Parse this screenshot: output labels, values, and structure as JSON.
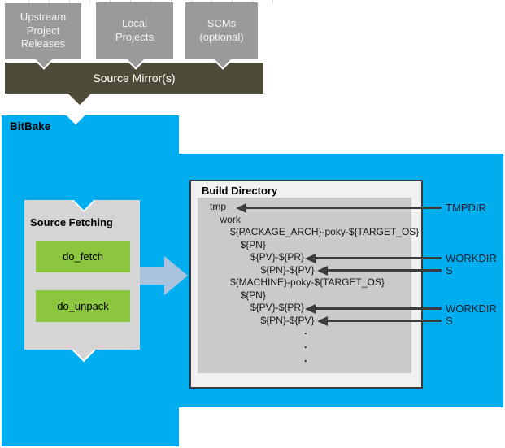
{
  "top": {
    "sources": [
      {
        "label": "Upstream\nProject\nReleases"
      },
      {
        "label": "Local\nProjects"
      },
      {
        "label": "SCMs\n(optional)"
      }
    ],
    "mirror_label": "Source Mirror(s)"
  },
  "bitbake": {
    "label": "BitBake"
  },
  "source_fetching": {
    "title": "Source Fetching",
    "tasks": [
      "do_fetch",
      "do_unpack"
    ]
  },
  "build_directory": {
    "title": "Build Directory",
    "entries": [
      {
        "text": "tmp",
        "level": 0
      },
      {
        "text": "work",
        "level": 1
      },
      {
        "text": "${PACKAGE_ARCH}-poky-${TARGET_OS}",
        "level": 2
      },
      {
        "text": "${PN}",
        "level": 3
      },
      {
        "text": "${PV}-${PR}",
        "level": 4
      },
      {
        "text": "${PN}-${PV}",
        "level": 5
      },
      {
        "text": "${MACHINE}-poky-${TARGET_OS}",
        "level": 2
      },
      {
        "text": "${PN}",
        "level": 3
      },
      {
        "text": "${PV}-${PR}",
        "level": 4
      },
      {
        "text": "${PN}-${PV}",
        "level": 5
      }
    ],
    "dots": [
      ".",
      ".",
      "."
    ]
  },
  "annotations": [
    {
      "label": "TMPDIR"
    },
    {
      "label": "WORKDIR"
    },
    {
      "label": "S"
    },
    {
      "label": "WORKDIR"
    },
    {
      "label": "S"
    }
  ],
  "colors": {
    "bitbake_blue": "#00AEEF",
    "mirror_olive": "#4E4C38",
    "source_box_gray": "#9A9A9A",
    "fetch_panel_gray": "#D5D5D5",
    "task_green": "#8CC63F",
    "dir_inner_gray": "#CACACA",
    "dir_panel_bg": "#F1F1F1",
    "annotation_arrow_dark": "#3C3C3C",
    "flow_arrow_blue": "#A9C3DE"
  }
}
